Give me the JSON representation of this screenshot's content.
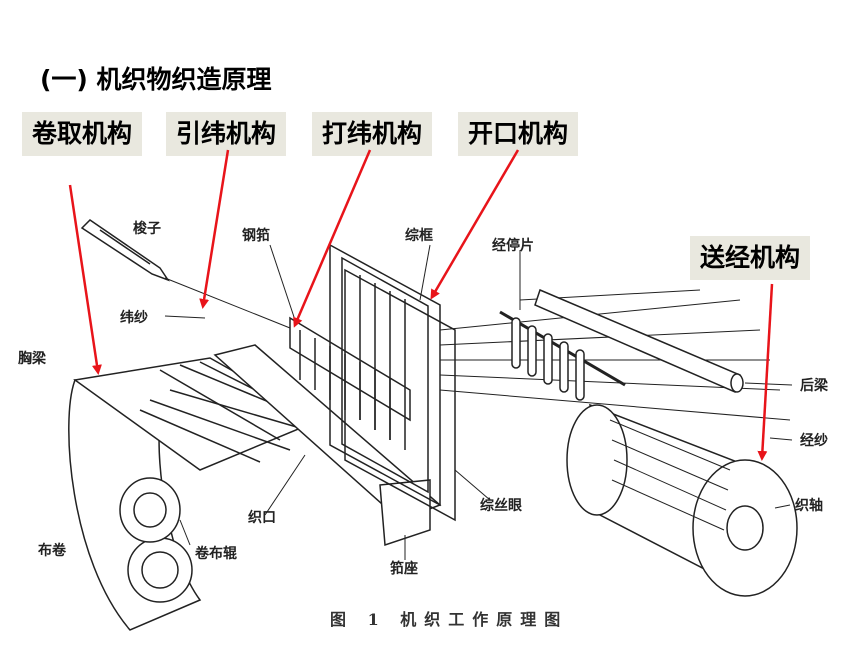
{
  "title": "(一) 机织物织造原理",
  "mechanisms": {
    "take_up": "卷取机构",
    "weft_insertion": "引纬机构",
    "beat_up": "打纬机构",
    "shedding": "开口机构",
    "let_off": "送经机构"
  },
  "parts": {
    "shuttle": "梭子",
    "reed": "钢筘",
    "heald_frame": "综框",
    "drop_wire": "经停片",
    "weft": "纬纱",
    "breast_beam": "胸梁",
    "back_rest": "后梁",
    "warp": "经纱",
    "warp_beam": "织轴",
    "fell": "织口",
    "heddle_eye": "综丝眼",
    "cloth_roll": "布卷",
    "take_up_roller": "卷布辊",
    "sley": "筘座"
  },
  "caption": "图 1  机织工作原理图",
  "colors": {
    "arrow": "#e8141a",
    "tag_bg": "#e9e8df",
    "line": "#222222"
  }
}
